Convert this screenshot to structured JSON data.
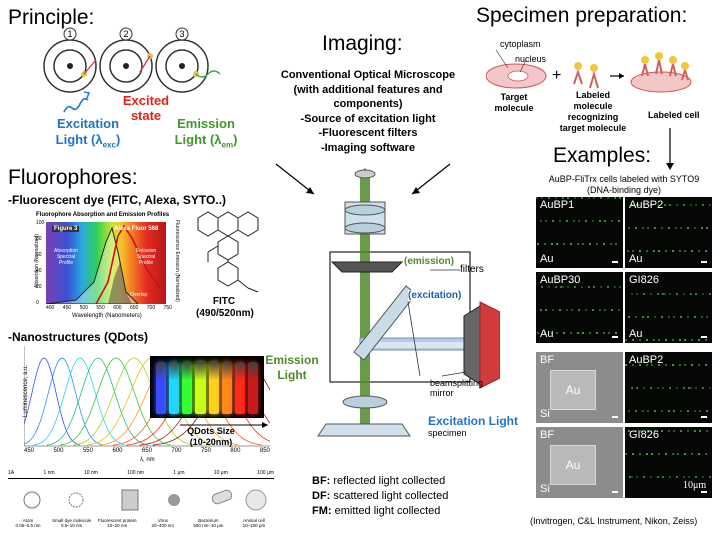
{
  "principle": {
    "title": "Principle:",
    "step_numbers": [
      "1",
      "2",
      "3"
    ],
    "excitation_label": [
      "Excitation",
      "Light (λ",
      "exc",
      ")"
    ],
    "excited_state_label": [
      "Excited",
      "state"
    ],
    "emission_label": [
      "Emission",
      "Light (λ",
      "em",
      ")"
    ]
  },
  "imaging": {
    "title": "Imaging:",
    "lines": [
      "Conventional Optical Microscope",
      "(with additional features and",
      "components)",
      "-Source of excitation light",
      "-Fluorescent filters",
      "-Imaging software"
    ]
  },
  "specimen_prep": {
    "title": "Specimen preparation:",
    "cytoplasm": "cytoplasm",
    "nucleus": "nucleus",
    "target_molecule": [
      "Target",
      "molecule"
    ],
    "labeled_molecule": [
      "Labeled",
      "molecule",
      "recognizing",
      "target molecule"
    ],
    "labeled_cell": "Labeled cell",
    "plus": "+"
  },
  "fluorophores": {
    "title": "Fluorophores:",
    "dye_line": "-Fluorescent dye (FITC, Alexa, SYTO..)",
    "fitc_caption": [
      "FITC",
      "(490/520nm)"
    ],
    "spectra_title": "Fluorophore Absorption and Emission Profiles",
    "spectra_figure": "Figure 3",
    "spectra_dye": "Alexa Fluor 568",
    "spectra_absorption": [
      "Absorption",
      "Spectral",
      "Profile"
    ],
    "spectra_emission": [
      "Emission",
      "Spectral",
      "Profile"
    ],
    "spectra_overlap": "Overlap",
    "spectra_xlabel": "Wavelength (Nanometers)",
    "spectra_ylabel_left": "Absorption (Normalized)",
    "spectra_ylabel_right": "Fluorescence Emission (Normalized)",
    "spectra_xticks": [
      "400",
      "450",
      "500",
      "550",
      "600",
      "650",
      "700",
      "750"
    ],
    "spectra_yticks": [
      "0",
      "20",
      "40",
      "60",
      "80",
      "100"
    ]
  },
  "qdots": {
    "label": "-Nanostructures (QDots)",
    "size_caption": [
      "QDots Size",
      "(10-20nm)"
    ],
    "ylabel": "Luminescence, a.u.",
    "xlabel": "λ, nm",
    "xticks": [
      "450",
      "500",
      "550",
      "600",
      "650",
      "700",
      "750",
      "800",
      "850"
    ],
    "scale_ticks": [
      "1A",
      "1 nm",
      "10 nm",
      "100 nm",
      "1 μm",
      "10 μm",
      "100 μm"
    ],
    "scale_items": [
      [
        "Atom",
        "0.05–0.5 nm"
      ],
      [
        "Small dye molecule",
        "0.5–10 nm"
      ],
      [
        "Fluorescent protein",
        "10–20 nm"
      ],
      [
        "Virus",
        "20–400 nm"
      ],
      [
        "Bacterium",
        "500 nm–10 μm"
      ],
      [
        "Animal cell",
        "10–100 μm"
      ]
    ],
    "vial_colors": [
      "#3a4cff",
      "#1fd6ff",
      "#33ff33",
      "#c8ff1a",
      "#ffd21a",
      "#ff8a1a",
      "#ff2a1a",
      "#c81a1a"
    ]
  },
  "microscope": {
    "emission_tag": "(emission)",
    "excitation_tag": "(excitation)",
    "filters": "filters",
    "beamsplitting": [
      "beamsplitting",
      "mirror"
    ],
    "specimen": "specimen",
    "emission_light": [
      "Emission",
      "Light"
    ],
    "excitation_light": "Excitation Light"
  },
  "modes": {
    "bf_key": "BF:",
    "bf_text": " reflected light collected",
    "df_key": "DF:",
    "df_text": " scattered light collected",
    "fm_key": "FM:",
    "fm_text": " emitted light collected"
  },
  "examples": {
    "title": "Examples:",
    "caption": [
      "AuBP-FliTrx cells labeled with SYTO9",
      "(DNA-binding dye)"
    ],
    "tiles": [
      {
        "top": "AuBP1",
        "bottom": "Au"
      },
      {
        "top": "AuBP2",
        "bottom": "Au"
      },
      {
        "top": "AuBP30",
        "bottom": "Au"
      },
      {
        "top": "GI826",
        "bottom": "Au"
      },
      {
        "top": "BF",
        "bottom": "Si",
        "box": "Au"
      },
      {
        "top": "AuBP2",
        "bottom": ""
      },
      {
        "top": "BF",
        "bottom": "Si",
        "box": "Au"
      },
      {
        "top": "GI826",
        "bottom": ""
      }
    ],
    "scale_bar_label": "10μm",
    "credit": "(Invitrogen, C&L Instrument, Nikon, Zeiss)"
  }
}
